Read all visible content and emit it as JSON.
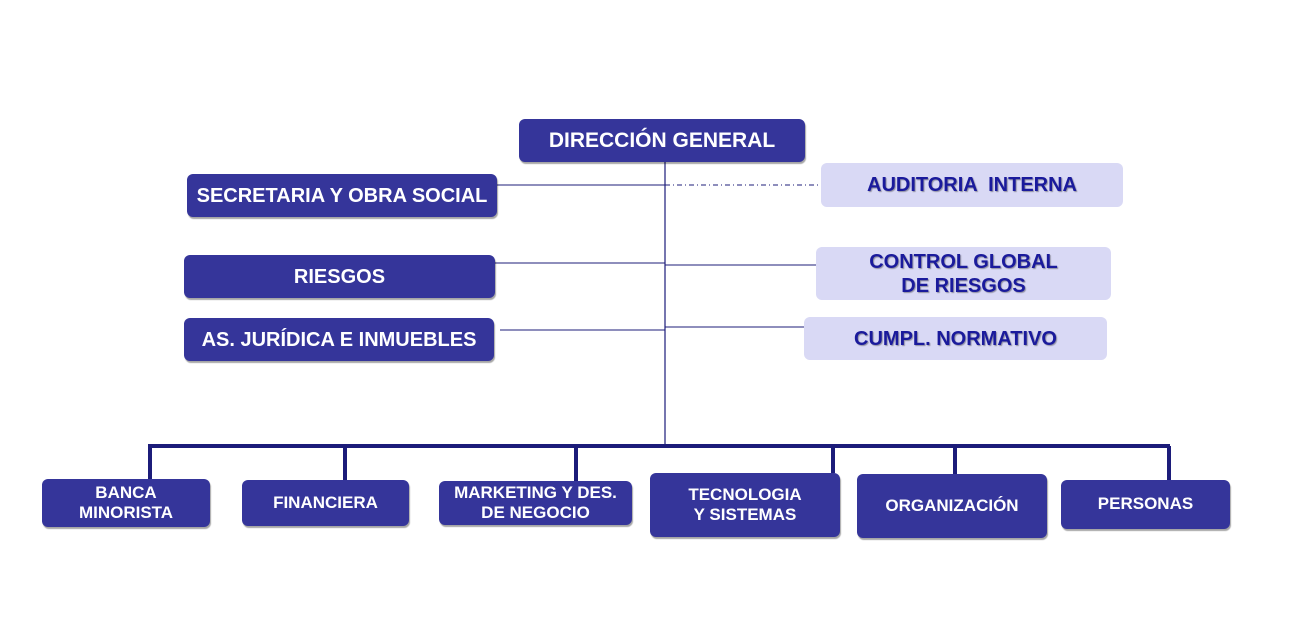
{
  "root": {
    "label": "DIRECCIÓN GENERAL"
  },
  "left_units": [
    {
      "label": "SECRETARIA Y OBRA SOCIAL"
    },
    {
      "label": "RIESGOS"
    },
    {
      "label": "AS. JURÍDICA E INMUEBLES"
    }
  ],
  "right_units": [
    {
      "label": "AUDITORIA  INTERNA"
    },
    {
      "label": "CONTROL GLOBAL\nDE RIESGOS"
    },
    {
      "label": "CUMPL. NORMATIVO"
    }
  ],
  "divisions": [
    {
      "label": "BANCA\nMINORISTA"
    },
    {
      "label": "FINANCIERA"
    },
    {
      "label": "MARKETING Y DES.\nDE NEGOCIO"
    },
    {
      "label": "TECNOLOGIA\nY SISTEMAS"
    },
    {
      "label": "ORGANIZACIÓN"
    },
    {
      "label": "PERSONAS"
    }
  ],
  "colors": {
    "dark_box": "#35359a",
    "light_box": "#d9d9f5",
    "light_text": "#1a1a9c",
    "connector": "#1c1c7a"
  }
}
